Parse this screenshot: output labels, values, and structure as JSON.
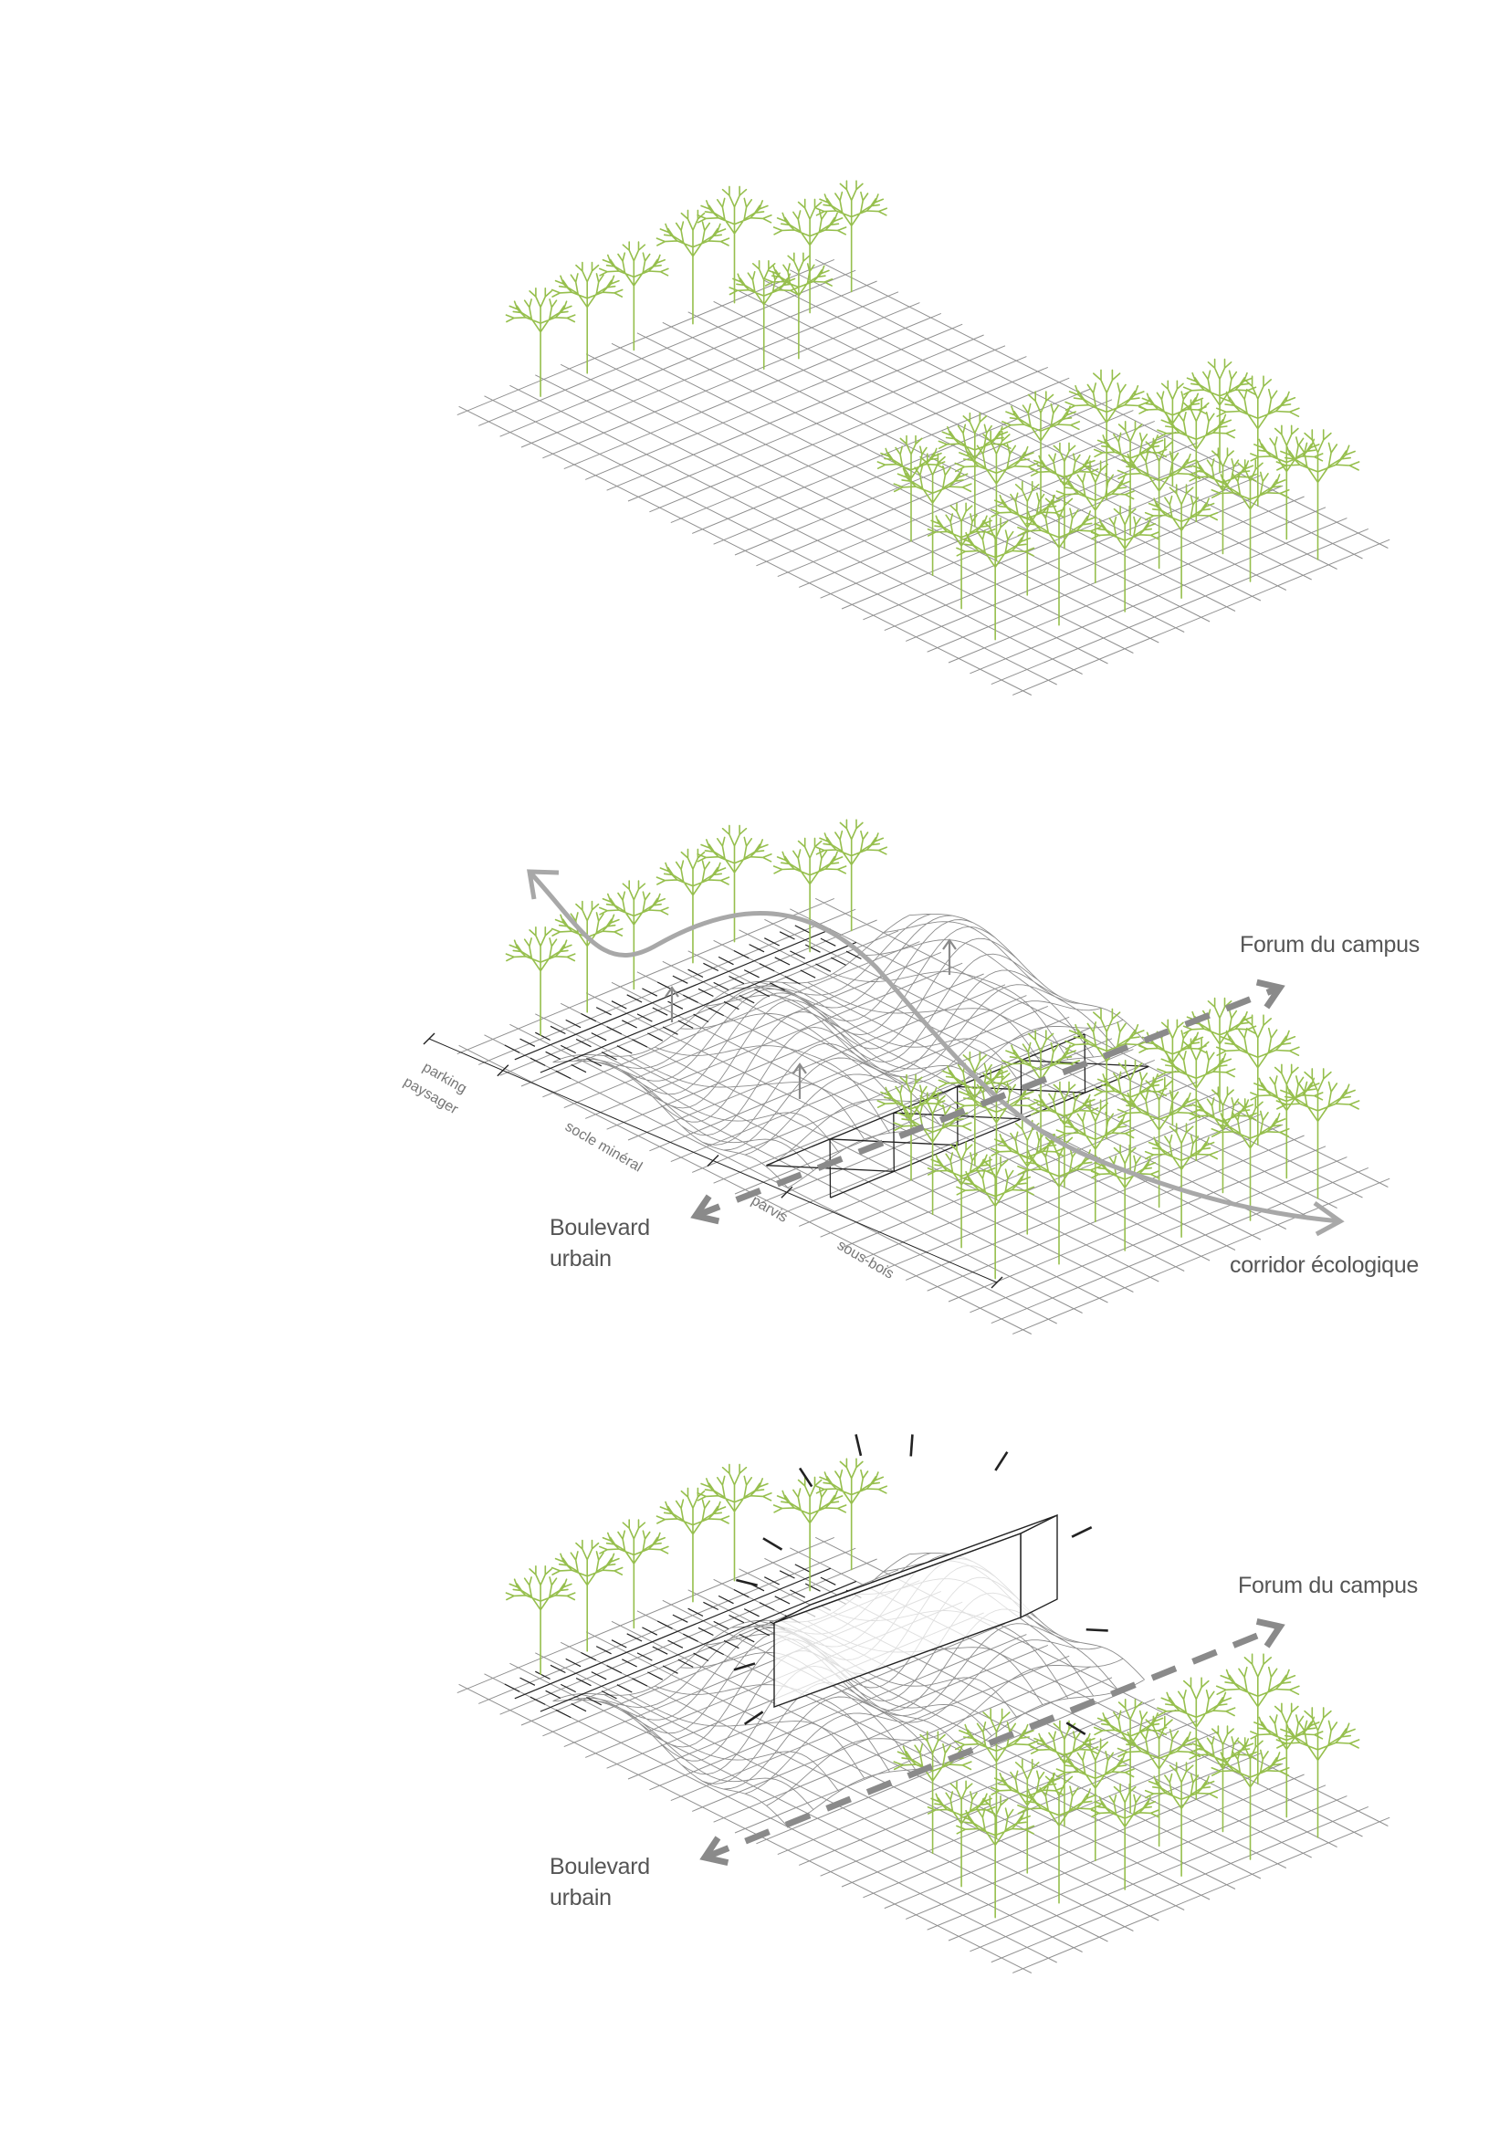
{
  "colors": {
    "grid": "#909090",
    "tree": "#96bf4d",
    "terrain": "#8c8c8c",
    "arrow": "#8a8a8a",
    "corridor": "#a8a8a8",
    "ink": "#222222",
    "text": "#555555"
  },
  "panel2": {
    "forum_label": "Forum du campus",
    "boulevard_label_line1": "Boulevard",
    "boulevard_label_line2": "urbain",
    "corridor_label": "corridor écologique",
    "zones": {
      "parking_line1": "parking",
      "parking_line2": "paysager",
      "socle": "socle minéral",
      "parvis": "parvis",
      "sous_bois": "sous-bois"
    }
  },
  "panel3": {
    "forum_label": "Forum du campus",
    "boulevard_label_line1": "Boulevard",
    "boulevard_label_line2": "urbain"
  }
}
